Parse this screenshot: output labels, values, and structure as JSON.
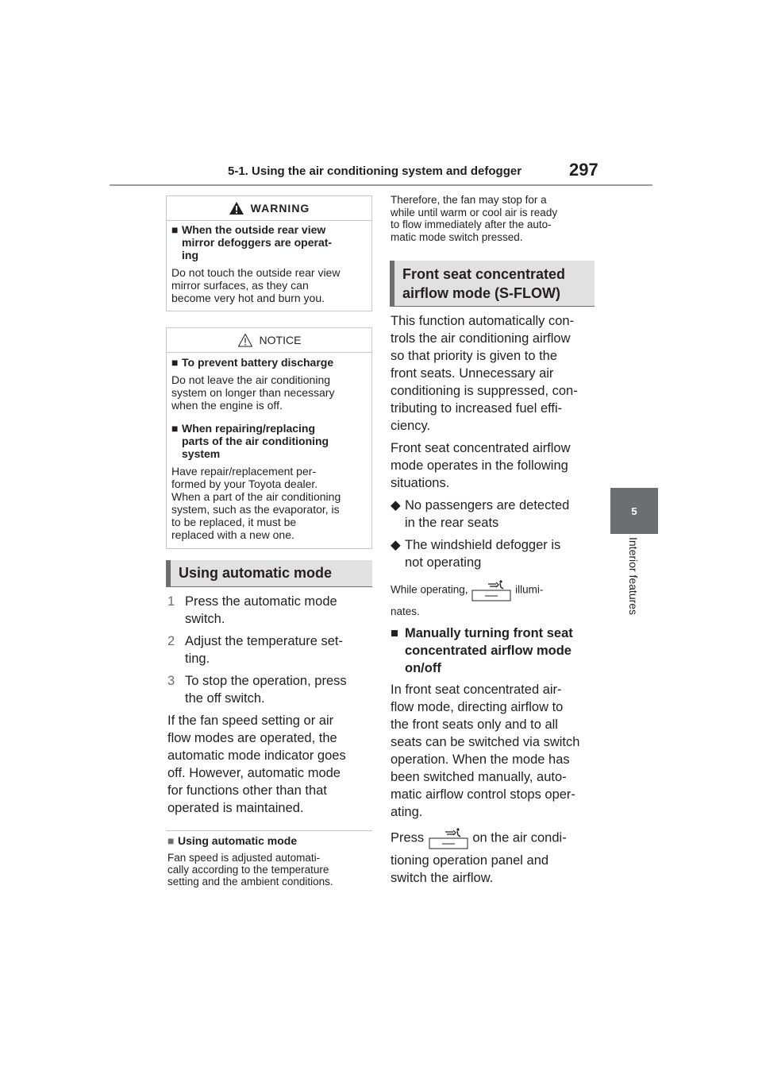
{
  "header": {
    "section_title": "5-1. Using the air conditioning system and defogger",
    "page_number": "297"
  },
  "side_tab": {
    "chapter": "5",
    "label": "Interior features"
  },
  "warning_box": {
    "title": "WARNING",
    "subheading": "When the outside rear view mirror defoggers are operat-ing",
    "subheading_lines": [
      "When the outside rear view",
      "mirror defoggers are operat-",
      "ing"
    ],
    "body_lines": [
      "Do not touch the outside rear view",
      "mirror surfaces, as they can",
      "become very hot and burn you."
    ]
  },
  "notice_box": {
    "title": "NOTICE",
    "sections": [
      {
        "heading_lines": [
          "To prevent battery discharge"
        ],
        "body_lines": [
          "Do not leave the air conditioning",
          "system on longer than necessary",
          "when the engine is off."
        ]
      },
      {
        "heading_lines": [
          "When repairing/replacing",
          "parts of the air conditioning",
          "system"
        ],
        "body_lines": [
          "Have repair/replacement per-",
          "formed by your Toyota dealer.",
          "When a part of the air conditioning",
          "system, such as the evaporator, is",
          "to be replaced, it must be",
          "replaced with a new one."
        ]
      }
    ]
  },
  "auto_mode": {
    "heading": "Using automatic mode",
    "steps": [
      {
        "num": "1",
        "lines": [
          "Press the automatic mode",
          "switch."
        ]
      },
      {
        "num": "2",
        "lines": [
          "Adjust the temperature set-",
          "ting."
        ]
      },
      {
        "num": "3",
        "lines": [
          "To stop the operation, press",
          "the off switch."
        ]
      }
    ],
    "para_lines": [
      "If the fan speed setting or air",
      "flow modes are operated, the",
      "automatic mode indicator goes",
      "off. However, automatic mode",
      "for functions other than that",
      "operated is maintained."
    ],
    "note_heading": "Using automatic mode",
    "note_lines": [
      "Fan speed is adjusted automati-",
      "cally according to the temperature",
      "setting and the ambient conditions."
    ]
  },
  "right_col": {
    "cont_lines": [
      "Therefore, the fan may stop for a",
      "while until warm or cool air is ready",
      "to flow immediately after the auto-",
      "matic mode switch pressed."
    ],
    "sflow_heading_lines": [
      "Front seat concentrated",
      "airflow mode (S-FLOW)"
    ],
    "para1_lines": [
      "This function automatically con-",
      "trols the air conditioning airflow",
      "so that priority is given to the",
      "front seats. Unnecessary air",
      "conditioning is suppressed, con-",
      "tributing to increased fuel effi-",
      "ciency."
    ],
    "para2_lines": [
      "Front seat concentrated airflow",
      "mode operates in the following",
      "situations."
    ],
    "bullets": [
      {
        "lines": [
          "No passengers are detected",
          "in the rear seats"
        ]
      },
      {
        "lines": [
          "The windshield defogger is",
          "not operating"
        ]
      }
    ],
    "while_op_before": "While operating,",
    "while_op_after": "illumi-",
    "while_op_end": "nates.",
    "manual_heading_lines": [
      "Manually turning front seat",
      "concentrated airflow mode",
      "on/off"
    ],
    "para3_lines": [
      "In front seat concentrated air-",
      "flow mode, directing airflow to",
      "the front seats only and to all",
      "seats can be switched via switch",
      "operation. When the mode has",
      "been switched manually, auto-",
      "matic airflow control stops oper-",
      "ating."
    ],
    "press_before": "Press",
    "press_after": "on the air condi-",
    "press_lines": [
      "tioning operation panel and",
      "switch the airflow."
    ]
  },
  "icons": {
    "warning": "warning-triangle-icon",
    "notice": "notice-triangle-icon",
    "sflow": "front-seat-airflow-switch-icon"
  },
  "colors": {
    "tab_gray": "#6d6e71",
    "heading_bg": "#e1e1e1",
    "rule_gray": "#9d9d9d"
  }
}
